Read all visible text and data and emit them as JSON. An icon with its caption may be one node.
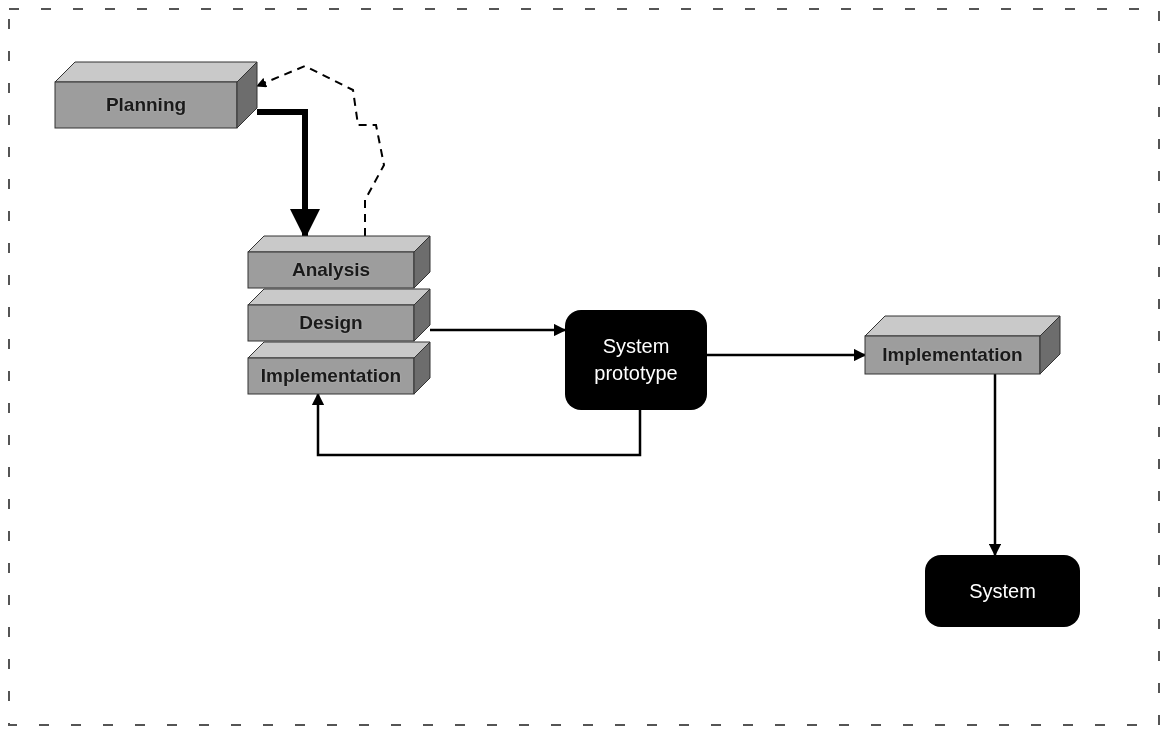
{
  "diagram": {
    "nodes": [
      {
        "text": [
          "Planning"
        ]
      },
      {
        "text": [
          "Analysis"
        ]
      },
      {
        "text": [
          "Design"
        ]
      },
      {
        "text": [
          "Implementation"
        ]
      },
      {
        "text": [
          "System prototype"
        ]
      },
      {
        "text": [
          "Implementation"
        ]
      },
      {
        "text": [
          "System"
        ]
      }
    ],
    "edges": [
      {
        "from": 0,
        "to": 1,
        "arrow": "to",
        "style": "thick"
      },
      {
        "from": 1,
        "to": 0,
        "arrow": "to",
        "style": "dashed"
      },
      {
        "from": 2,
        "to": 4,
        "arrow": "to"
      },
      {
        "from": 4,
        "to": 3,
        "arrow": "to"
      },
      {
        "from": 4,
        "to": 5,
        "arrow": "to"
      },
      {
        "from": 5,
        "to": 6,
        "arrow": "to"
      }
    ]
  }
}
